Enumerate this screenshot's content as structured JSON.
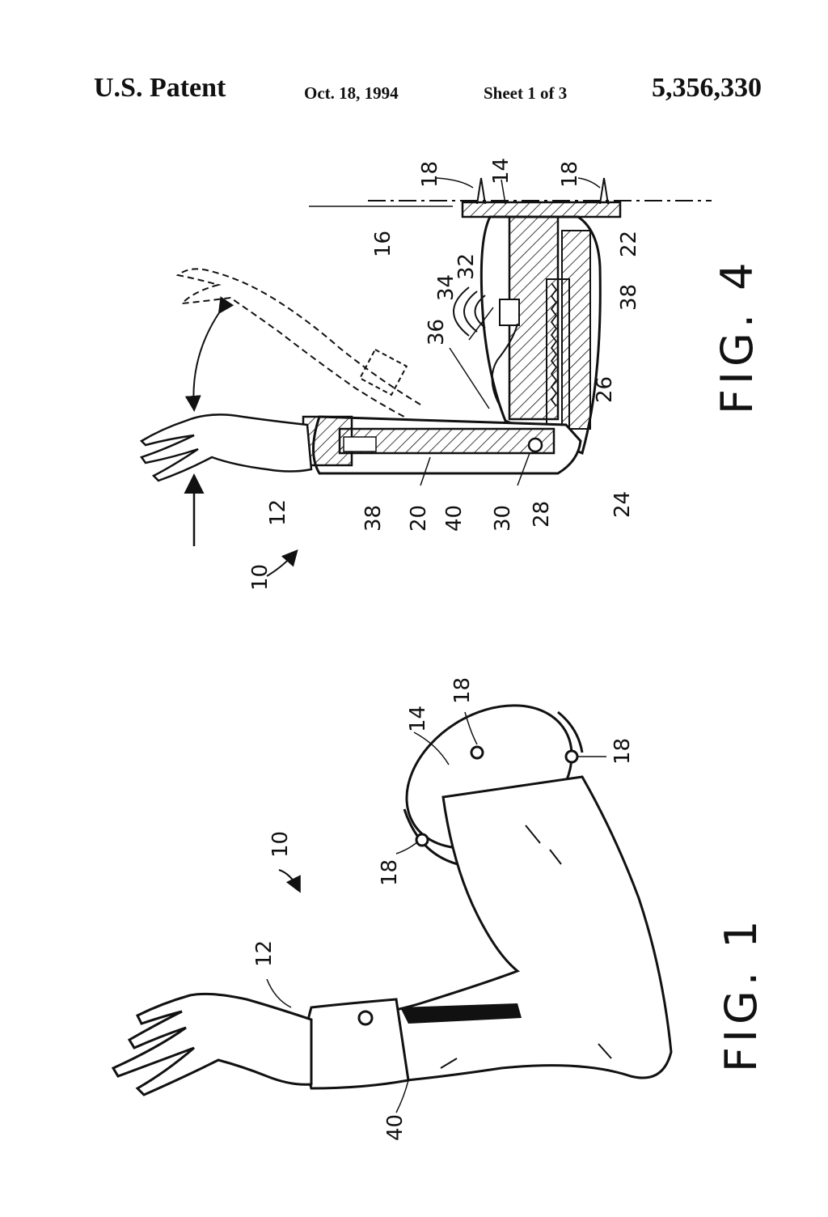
{
  "header": {
    "left": "U.S. Patent",
    "date": "Oct. 18, 1994",
    "sheet": "Sheet 1 of 3",
    "patent_number": "5,356,330"
  },
  "figures": {
    "fig4_caption": "FIG. 4",
    "fig1_caption": "FIG. 1"
  },
  "fig4_labels": {
    "l10": "10",
    "l12": "12",
    "l14": "14",
    "l16": "16",
    "l18a": "18",
    "l18b": "18",
    "l20": "20",
    "l22": "22",
    "l24": "24",
    "l26": "26",
    "l28": "28",
    "l30": "30",
    "l32": "32",
    "l34": "34",
    "l36": "36",
    "l38a": "38",
    "l38b": "38",
    "l40": "40"
  },
  "fig1_labels": {
    "l10": "10",
    "l12": "12",
    "l14": "14",
    "l18a": "18",
    "l18b": "18",
    "l18c": "18",
    "l40": "40"
  }
}
